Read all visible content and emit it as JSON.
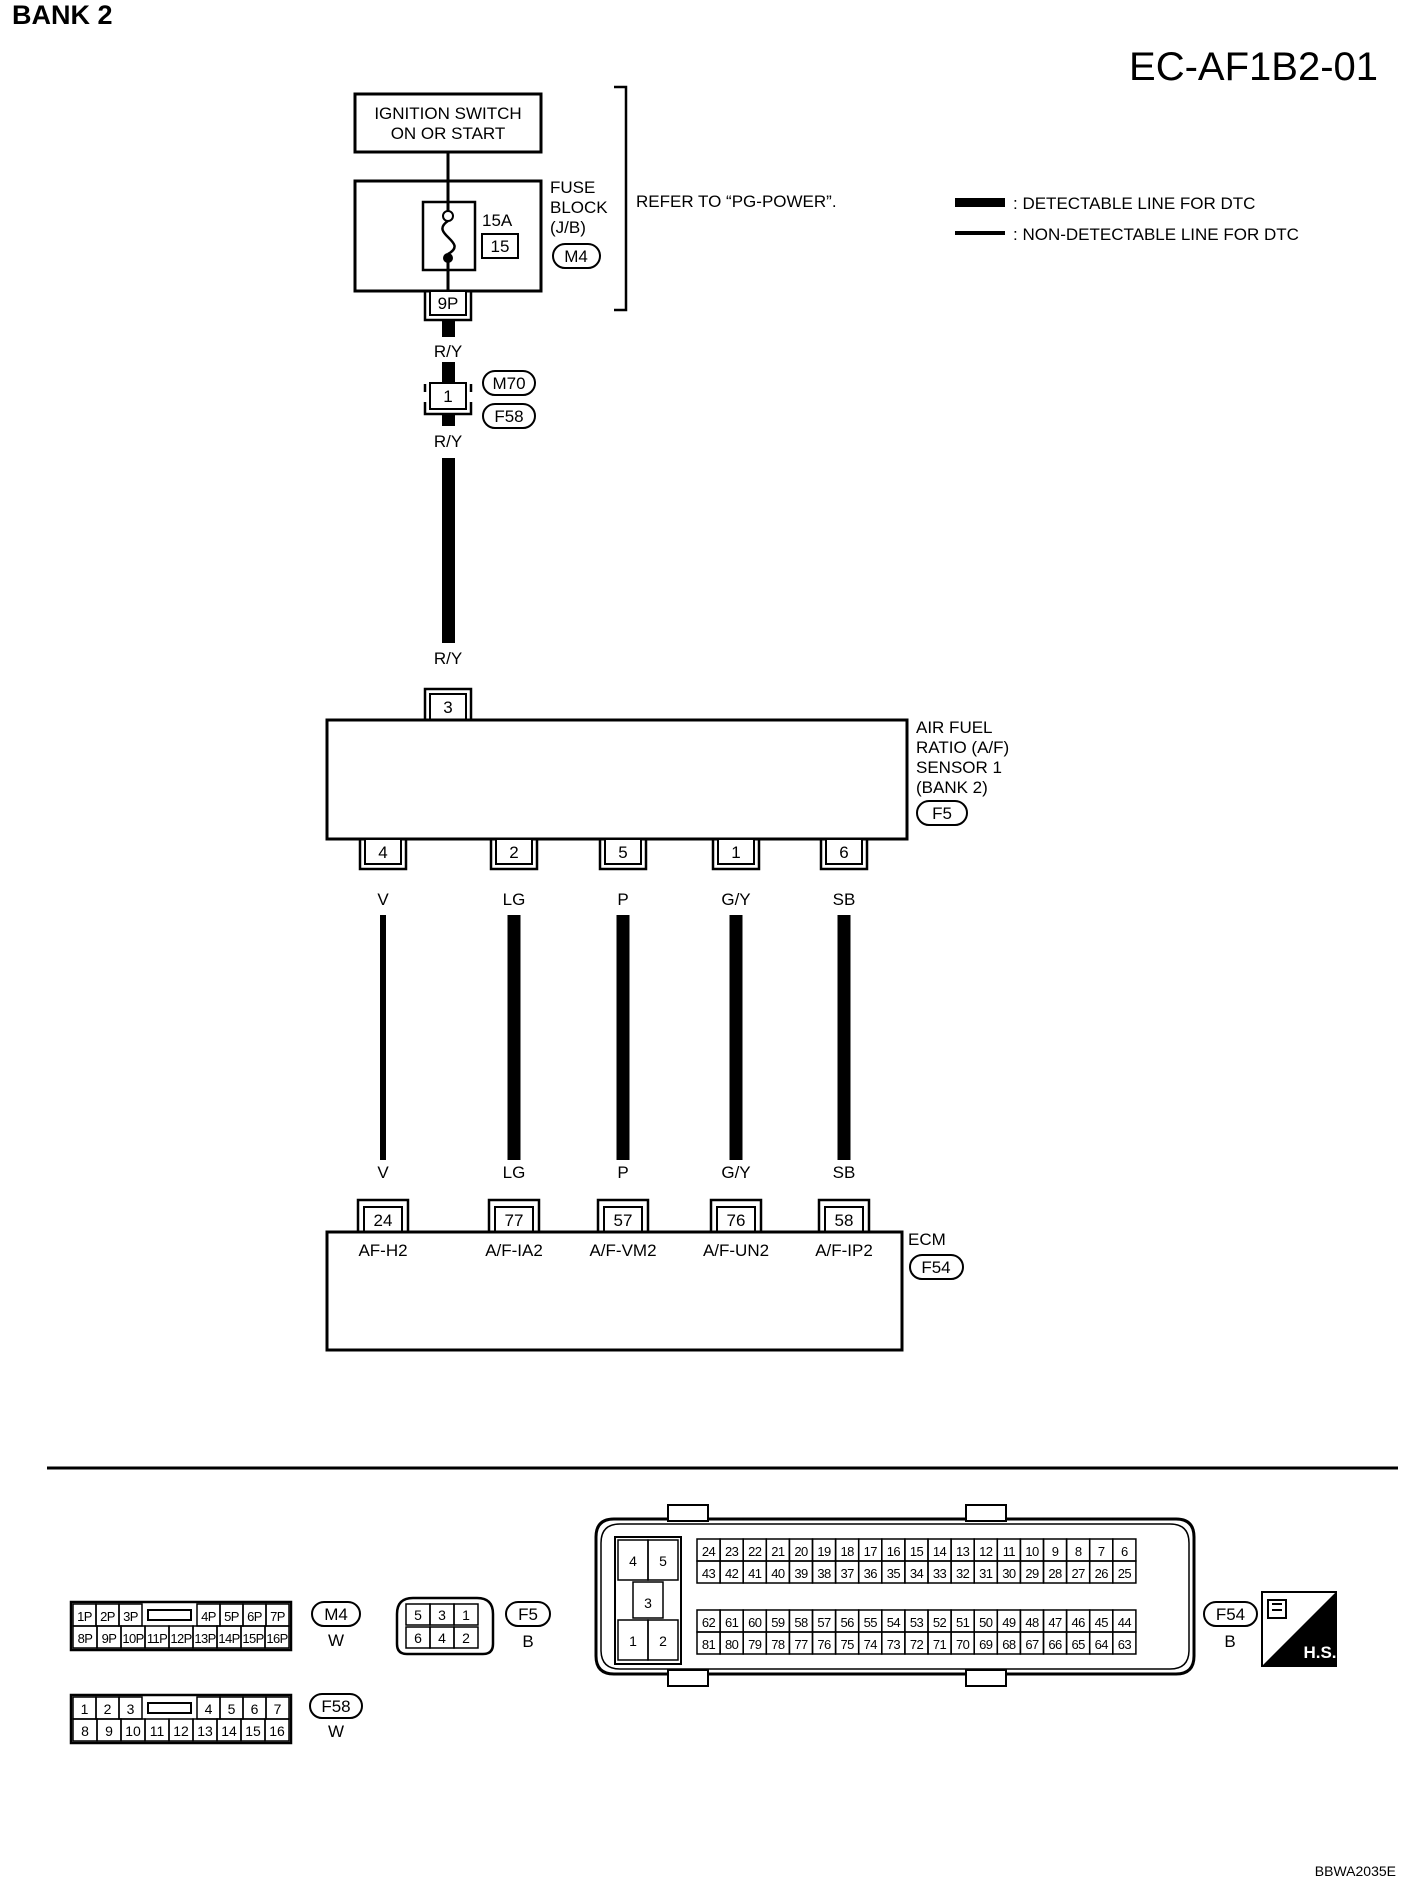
{
  "header": {
    "bank": "BANK 2",
    "diagram_code": "EC-AF1B2-01",
    "footer_code": "BBWA2035E"
  },
  "legend": {
    "detectable": ": DETECTABLE LINE FOR DTC",
    "non_detectable": ": NON-DETECTABLE LINE FOR DTC"
  },
  "ignition": {
    "line1": "IGNITION SWITCH",
    "line2": "ON OR START"
  },
  "fuse": {
    "label1": "FUSE",
    "label2": "BLOCK",
    "label3": "(J/B)",
    "rating": "15A",
    "number": "15",
    "connector": "M4",
    "terminal": "9P",
    "refer": "REFER TO “PG-POWER”."
  },
  "wires": {
    "ry1": "R/Y",
    "ry2": "R/Y",
    "ry3": "R/Y"
  },
  "joint": {
    "terminal": "1",
    "conn_a": "M70",
    "conn_b": "F58"
  },
  "sensor": {
    "line1": "AIR FUEL",
    "line2": "RATIO (A/F)",
    "line3": "SENSOR 1",
    "line4": "(BANK 2)",
    "connector": "F5",
    "top_terminal": "3"
  },
  "signals": [
    {
      "sensor_pin": "4",
      "color": "V",
      "ecm_pin": "24",
      "ecm_label": "AF-H2"
    },
    {
      "sensor_pin": "2",
      "color": "LG",
      "ecm_pin": "77",
      "ecm_label": "A/F-IA2"
    },
    {
      "sensor_pin": "5",
      "color": "P",
      "ecm_pin": "57",
      "ecm_label": "A/F-VM2"
    },
    {
      "sensor_pin": "1",
      "color": "G/Y",
      "ecm_pin": "76",
      "ecm_label": "A/F-UN2"
    },
    {
      "sensor_pin": "6",
      "color": "SB",
      "ecm_pin": "58",
      "ecm_label": "A/F-IP2"
    }
  ],
  "ecm": {
    "label": "ECM",
    "connector": "F54"
  },
  "connectors": {
    "m4": {
      "id": "M4",
      "color": "W",
      "top": [
        "1P",
        "2P",
        "3P",
        "4P",
        "5P",
        "6P",
        "7P"
      ],
      "bottom": [
        "8P",
        "9P",
        "10P",
        "11P",
        "12P",
        "13P",
        "14P",
        "15P",
        "16P"
      ]
    },
    "f58": {
      "id": "F58",
      "color": "W",
      "top": [
        "1",
        "2",
        "3",
        "4",
        "5",
        "6",
        "7"
      ],
      "bottom": [
        "8",
        "9",
        "10",
        "11",
        "12",
        "13",
        "14",
        "15",
        "16"
      ]
    },
    "f5": {
      "id": "F5",
      "color": "B",
      "top": [
        "5",
        "3",
        "1"
      ],
      "bottom": [
        "6",
        "4",
        "2"
      ]
    },
    "f54": {
      "id": "F54",
      "color": "B",
      "left": [
        "4",
        "5",
        "3",
        "1",
        "2"
      ],
      "row1": [
        "24",
        "23",
        "22",
        "21",
        "20",
        "19",
        "18",
        "17",
        "16",
        "15",
        "14",
        "13",
        "12",
        "11",
        "10",
        "9",
        "8",
        "7",
        "6"
      ],
      "row2": [
        "43",
        "42",
        "41",
        "40",
        "39",
        "38",
        "37",
        "36",
        "35",
        "34",
        "33",
        "32",
        "31",
        "30",
        "29",
        "28",
        "27",
        "26",
        "25"
      ],
      "row3": [
        "62",
        "61",
        "60",
        "59",
        "58",
        "57",
        "56",
        "55",
        "54",
        "53",
        "52",
        "51",
        "50",
        "49",
        "48",
        "47",
        "46",
        "45",
        "44"
      ],
      "row4": [
        "81",
        "80",
        "79",
        "78",
        "77",
        "76",
        "75",
        "74",
        "73",
        "72",
        "71",
        "70",
        "69",
        "68",
        "67",
        "66",
        "65",
        "64",
        "63"
      ]
    },
    "hs": "H.S."
  }
}
